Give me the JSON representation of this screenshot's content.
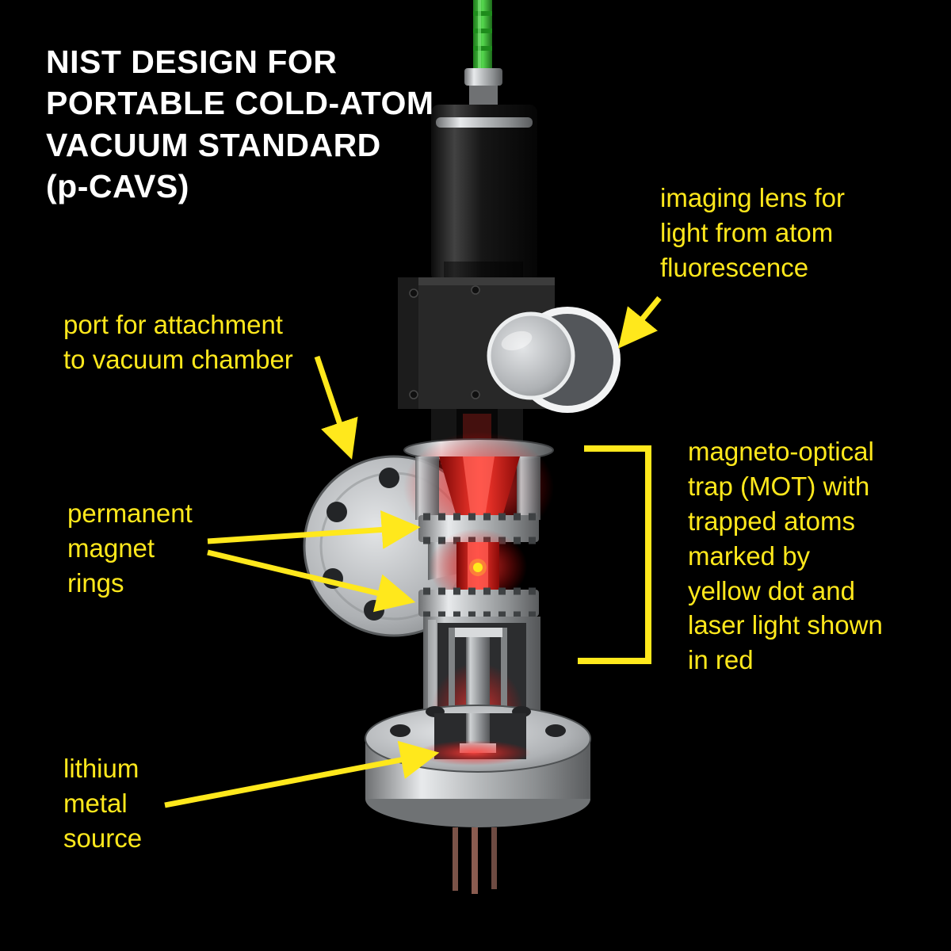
{
  "title": "NIST DESIGN FOR\nPORTABLE COLD-ATOM\nVACUUM STANDARD\n(p-CAVS)",
  "labels": {
    "imaging_lens": "imaging lens for\nlight from atom\nfluorescence",
    "port": "port for attachment\nto vacuum chamber",
    "magnet_rings": "permanent\nmagnet\nrings",
    "mot": "magneto-optical\ntrap (MOT) with\ntrapped atoms\nmarked by\nyellow dot and\nlaser light shown\nin red",
    "lithium": "lithium\nmetal\nsource"
  },
  "colors": {
    "background": "#000000",
    "title_text": "#ffffff",
    "label_text": "#ffe81c",
    "arrow": "#ffe81c",
    "laser_red": "#ff3b30",
    "trapped_atom_dot": "#ffe81c",
    "fiber_green": "#3fc838",
    "metal_light": "#d9dadb",
    "metal_dark": "#1c1c1c"
  }
}
